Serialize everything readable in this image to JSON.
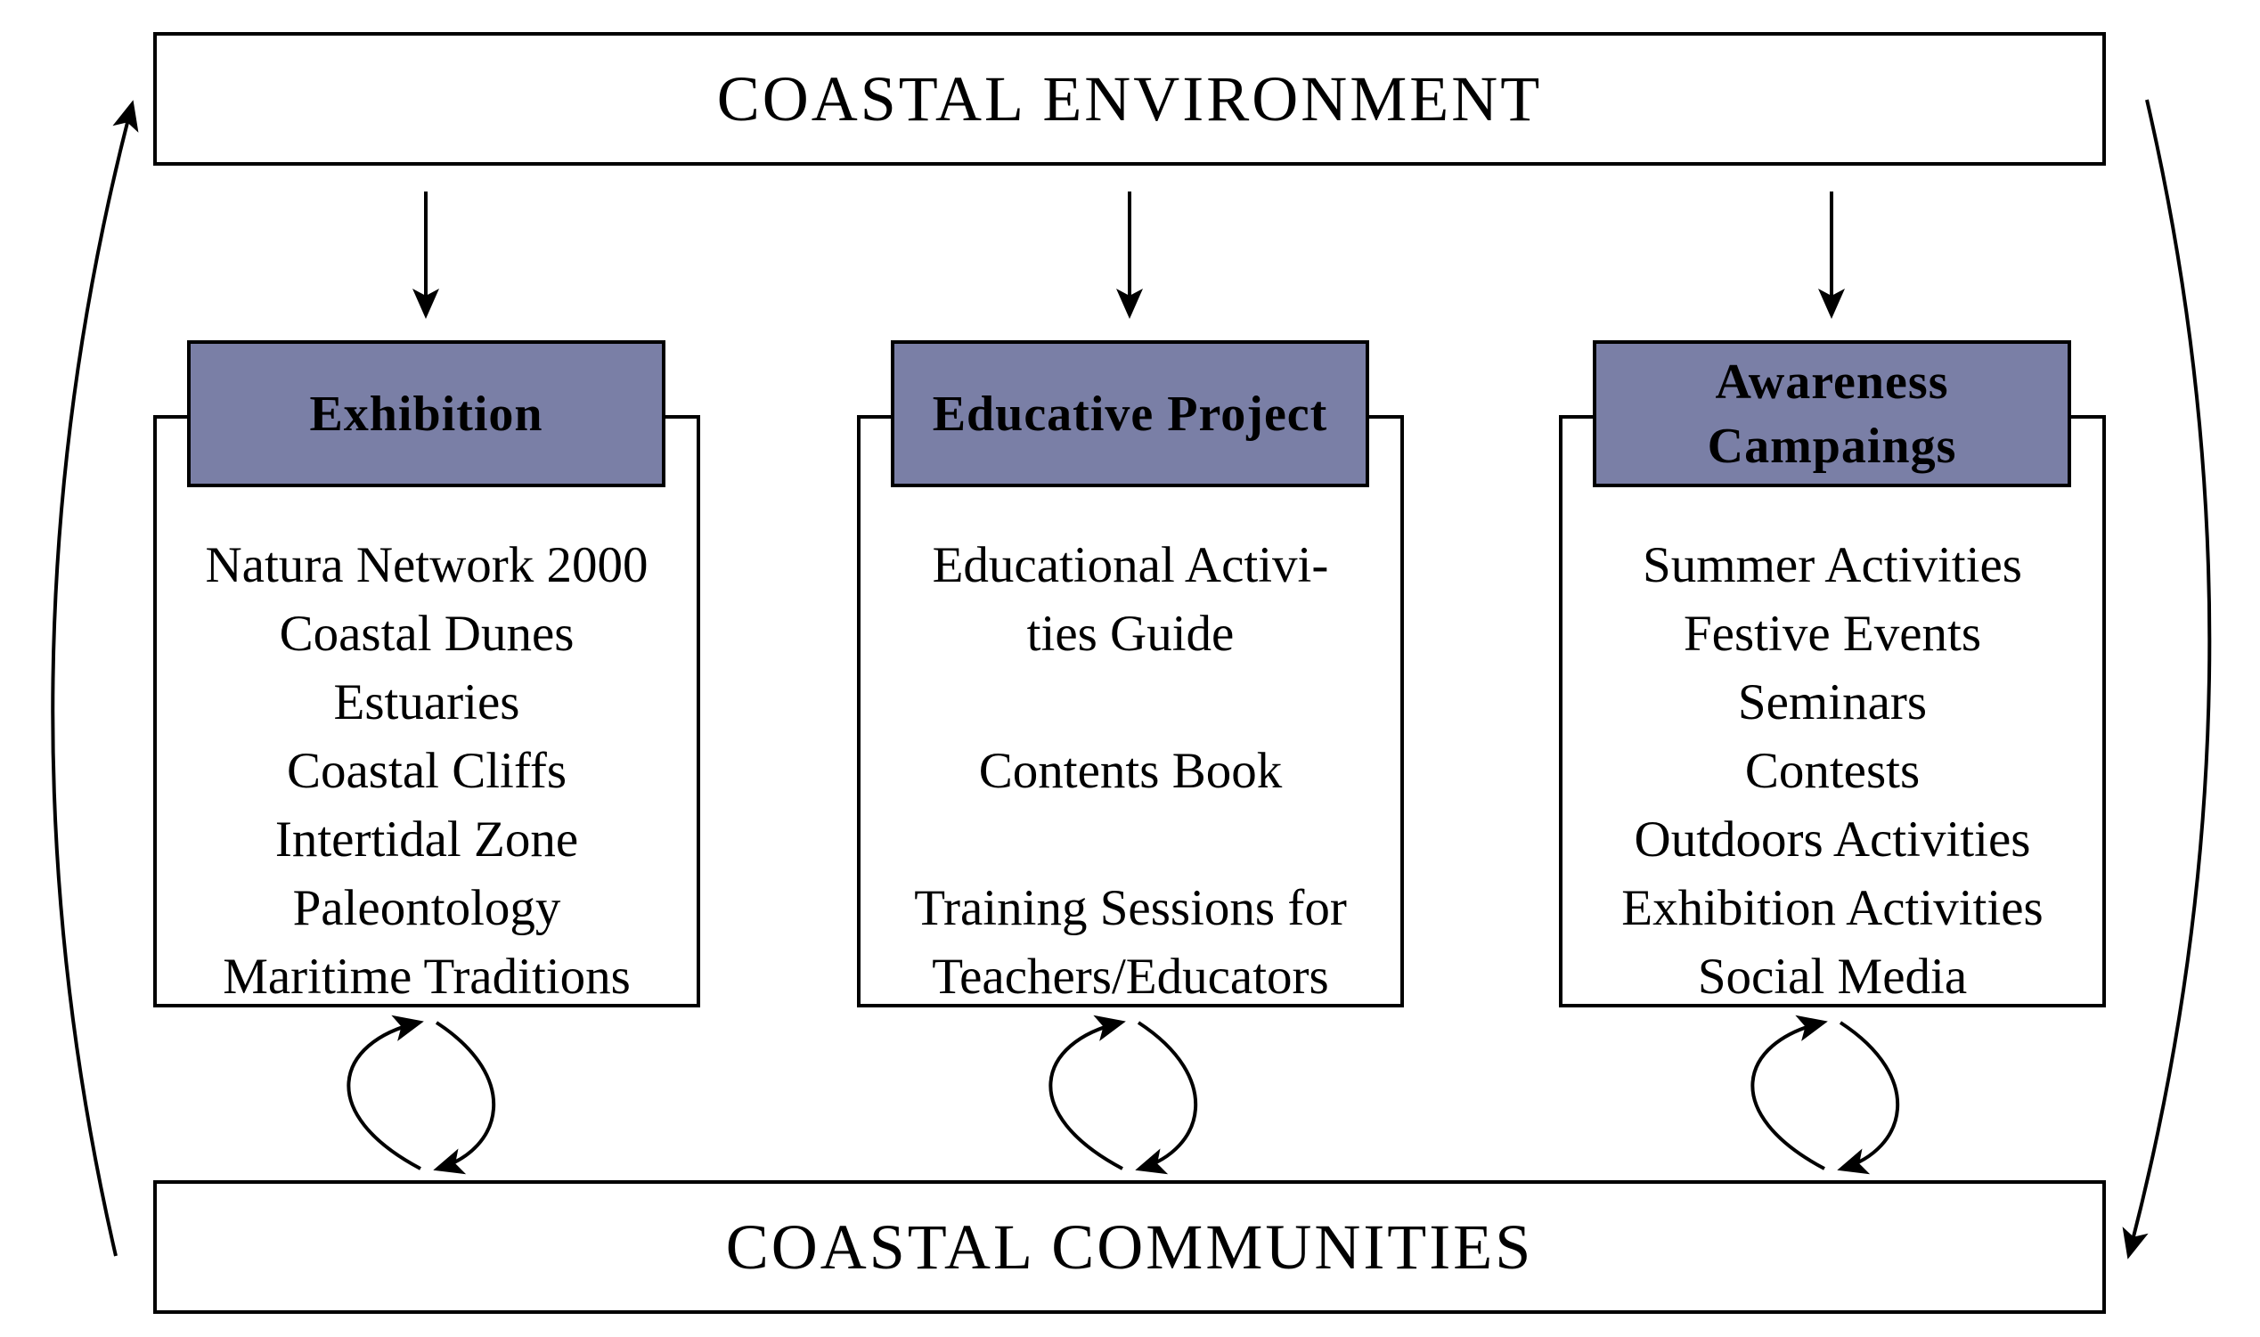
{
  "top_box": {
    "label": "COASTAL ENVIRONMENT"
  },
  "bottom_box": {
    "label": "COASTAL COMMUNITIES"
  },
  "panels": [
    {
      "title_lines": [
        "Exhibition"
      ],
      "items": [
        "Natura Network 2000",
        "Coastal Dunes",
        "Estuaries",
        "Coastal Cliffs",
        "Intertidal Zone",
        "Paleontology",
        "Maritime Traditions"
      ]
    },
    {
      "title_lines": [
        "Educative Project"
      ],
      "items": [
        "Educational Activi-",
        "ties Guide",
        "",
        "Contents Book",
        "",
        "Training Sessions for",
        "Teachers/Educators"
      ]
    },
    {
      "title_lines": [
        "Awareness",
        "Campaings"
      ],
      "items": [
        "Summer Activities",
        "Festive Events",
        "Seminars",
        "Contests",
        "Outdoors Activities",
        "Exhibition Activities",
        "Social Media"
      ]
    }
  ],
  "colors": {
    "header_fill": "#7a7fa6",
    "line": "#000000",
    "background": "#ffffff"
  }
}
